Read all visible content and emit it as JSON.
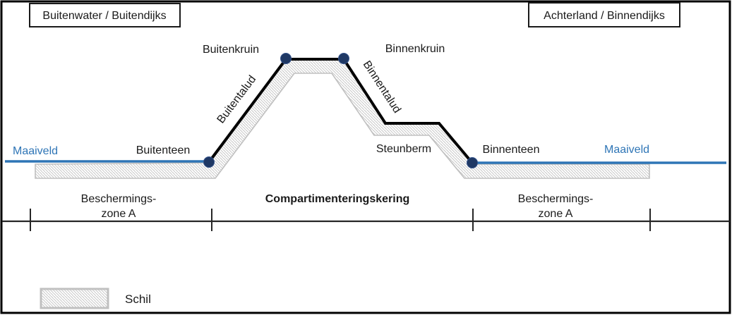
{
  "figure": {
    "region_labels": {
      "outer": "Buitenwater / Buitendijks",
      "inner": "Achterland / Binnendijks"
    },
    "dike_labels": {
      "buitenkruin": "Buitenkruin",
      "binnenkruin": "Binnenkruin",
      "buitentalud": "Buitentalud",
      "binnentalud": "Binnentalud",
      "buitenteen": "Buitenteen",
      "binnenteen": "Binnenteen",
      "steunberm": "Steunberm",
      "maaiveld": "Maaiveld"
    },
    "zone_labels": {
      "barrier": "Compartimenteringskering",
      "protection_zone_line1": "Beschermings-",
      "protection_zone_line2": "zone A"
    },
    "legend": {
      "schil": "Schil"
    },
    "colors": {
      "maaiveld_blue": "#2E75B6",
      "marker_navy": "#1F3864",
      "profile_black": "#000000",
      "hatch_line_gray": "#C9C9C9",
      "band_border_gray": "#C0C0C0"
    }
  }
}
